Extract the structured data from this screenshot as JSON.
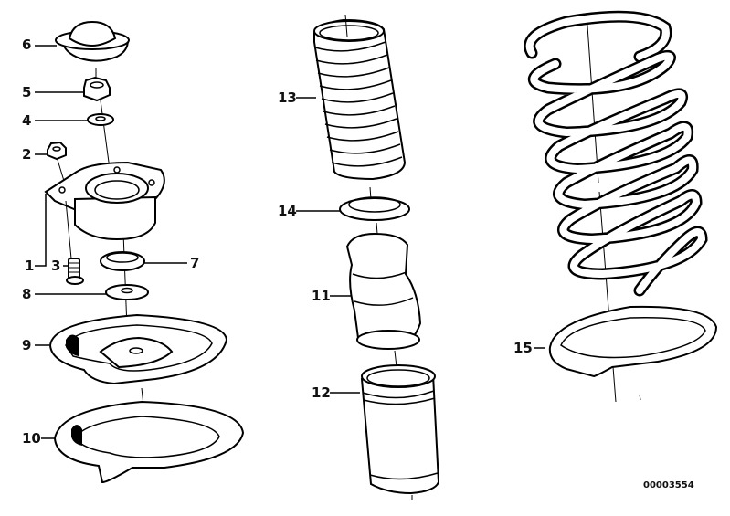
{
  "diagram": {
    "type": "exploded parts diagram",
    "subject": "front suspension strut mount, dust boot, bump stop and coil spring",
    "drawing_number": "00003554",
    "callouts": [
      {
        "id": "1",
        "label": "1"
      },
      {
        "id": "2",
        "label": "2"
      },
      {
        "id": "3",
        "label": "3"
      },
      {
        "id": "4",
        "label": "4"
      },
      {
        "id": "5",
        "label": "5"
      },
      {
        "id": "6",
        "label": "6"
      },
      {
        "id": "7",
        "label": "7"
      },
      {
        "id": "8",
        "label": "8"
      },
      {
        "id": "9",
        "label": "9"
      },
      {
        "id": "10",
        "label": "10"
      },
      {
        "id": "11",
        "label": "11"
      },
      {
        "id": "12",
        "label": "12"
      },
      {
        "id": "13",
        "label": "13"
      },
      {
        "id": "14",
        "label": "14"
      },
      {
        "id": "15",
        "label": "15"
      }
    ],
    "parts": {
      "1": "strut-mount-assembly",
      "2": "hex-nut-small",
      "3": "bolt",
      "4": "washer",
      "5": "hex-nut",
      "6": "dust-cap",
      "7": "bearing-ring",
      "8": "flat-washer",
      "9": "upper-spring-seat",
      "10": "spring-pad",
      "11": "bump-stop",
      "12": "protective-tube",
      "13": "bellows-dust-boot",
      "14": "support-ring",
      "15": "coil-spring-with-lower-pad"
    }
  }
}
